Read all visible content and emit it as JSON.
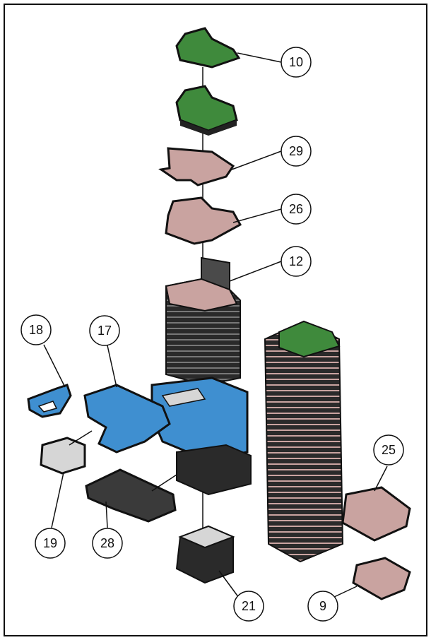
{
  "diagram": {
    "callouts": [
      {
        "id": "c10",
        "label": "10"
      },
      {
        "id": "c29",
        "label": "29"
      },
      {
        "id": "c26",
        "label": "26"
      },
      {
        "id": "c12",
        "label": "12"
      },
      {
        "id": "c18",
        "label": "18"
      },
      {
        "id": "c17",
        "label": "17"
      },
      {
        "id": "c25",
        "label": "25"
      },
      {
        "id": "c19",
        "label": "19"
      },
      {
        "id": "c28",
        "label": "28"
      },
      {
        "id": "c21",
        "label": "21"
      },
      {
        "id": "c9",
        "label": "9"
      }
    ],
    "colors": {
      "green": "#3f8a3c",
      "pink": "#c9a3a0",
      "blue": "#3f8fd0",
      "dark": "#2a2a2a",
      "grey": "#5a5a5a",
      "light": "#d6d6d6"
    }
  }
}
